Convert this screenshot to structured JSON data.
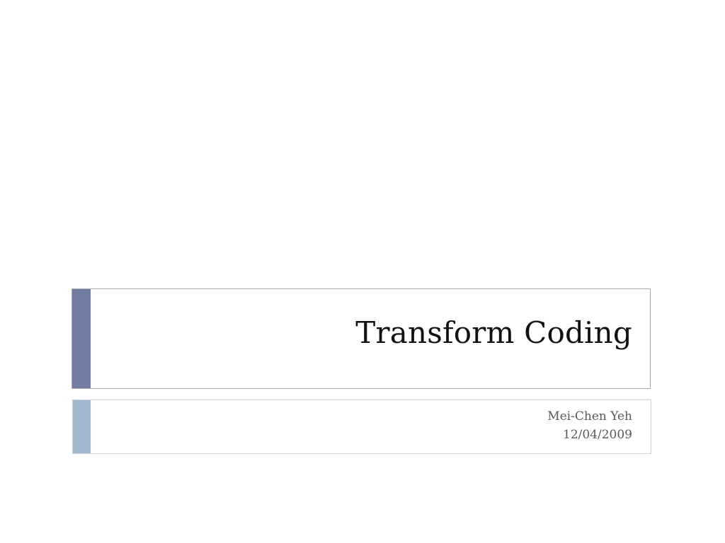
{
  "slide": {
    "title": "Transform Coding",
    "subtitle_lines": [
      "Mei-Chen Yeh",
      "12/04/2009"
    ]
  },
  "colors": {
    "title_accent": "#717da1",
    "subtitle_accent": "#a3b8cf",
    "title_text": "#111111",
    "subtitle_text": "#5a5a5a"
  }
}
